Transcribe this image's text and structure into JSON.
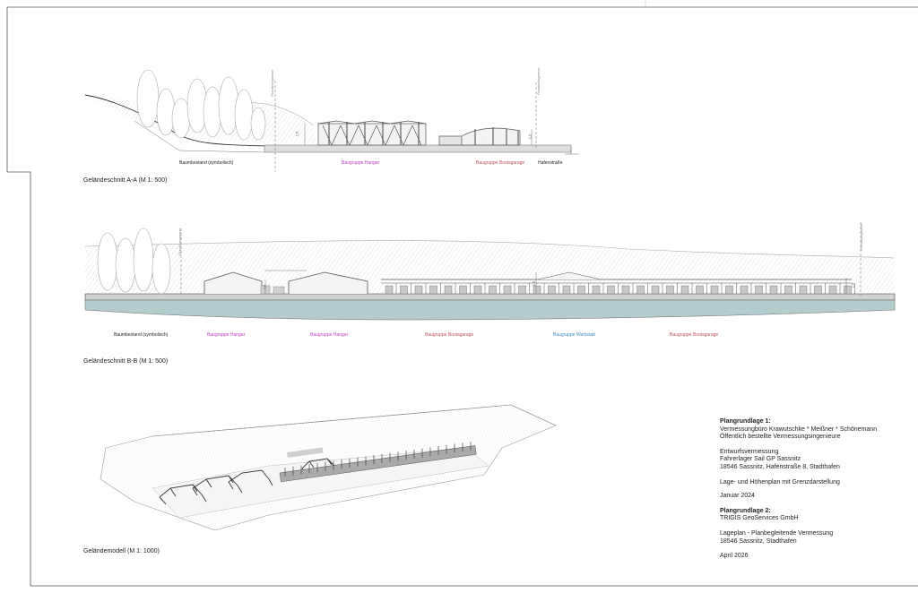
{
  "sections": {
    "aa": {
      "title": "Geländeschnitt A-A (M 1: 500)",
      "boundary_label": "Flurstücksgrenze",
      "measures": [
        "1,5",
        "1,5"
      ],
      "captions": {
        "trees": "Baumbestand (symbolisch)",
        "hangar": "Baugruppe Hangar",
        "boatgarage": "Baugruppe Bootsgarage",
        "street": "Hafenstraße"
      }
    },
    "bb": {
      "title": "Geländeschnitt B-B (M 1: 500)",
      "boundary_label": "Flurstücksgrenze",
      "measures": [
        "7,5",
        "1,5",
        "1,5"
      ],
      "captions": {
        "trees": "Baumbestand (symbolisch)",
        "hangar1": "Baugruppe Hangar",
        "hangar2": "Baugruppe Hangar",
        "boatgarage1": "Baugruppe Bootsgarage",
        "workshop": "Baugruppe Werkstatt",
        "boatgarage2": "Baugruppe Bootsgarage"
      }
    },
    "model": {
      "title": "Geländemodell (M 1: 1000)"
    }
  },
  "info": {
    "basis1_title": "Plangrundlage 1:",
    "basis1_office": "Vermessungbüro Krawutschke * Meißner * Schönemann",
    "basis1_role": "Öffentlich bestellte Vermessungsingenieure",
    "survey_type": "Entwurfsvermessung",
    "project": "Fahrerlager Sail GP Sassnitz",
    "address1": "18546 Sassnitz, Hafenstraße 8, Stadthafen",
    "plan_desc": "Lage- und Höhenplan mit Grenzdarstellung",
    "date1": "Januar 2024",
    "basis2_title": "Plangrundlage 2:",
    "basis2_company": "TRIGIS GeoServices GmbH",
    "basis2_desc": "Lageplan - Planbegleitende Vermessung",
    "address2": "18546 Sassnitz, Stadthafen",
    "date2": "April 2026"
  },
  "colors": {
    "hangar": "#c23ac2",
    "boatgarage": "#c0505a",
    "workshop": "#3a8fc4",
    "water": "#b5cccc",
    "line": "#444444"
  }
}
